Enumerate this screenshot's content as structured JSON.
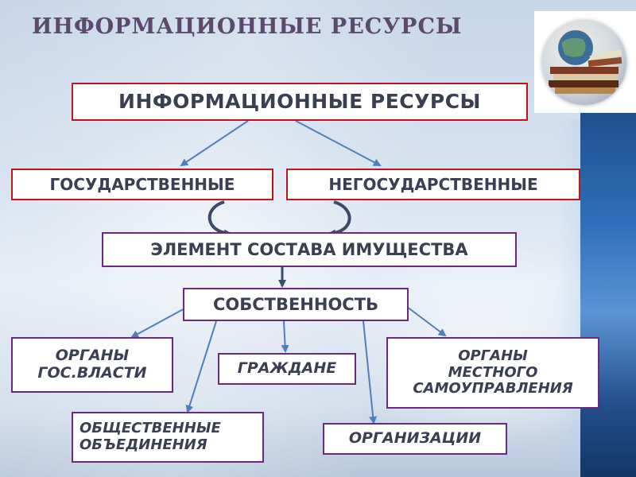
{
  "slide": {
    "title": "ИНФОРМАЦИОННЫЕ  РЕСУРСЫ"
  },
  "diagram": {
    "root": "ИНФОРМАЦИОННЫЕ РЕСУРСЫ",
    "state": "ГОСУДАРСТВЕННЫЕ",
    "nonstate": "НЕГОСУДАРСТВЕННЫЕ",
    "property_element": "ЭЛЕМЕНТ СОСТАВА ИМУЩЕСТВА",
    "ownership": "СОБСТВЕННОСТЬ",
    "gov_bodies": [
      "ОРГАНЫ",
      "ГОС.ВЛАСТИ"
    ],
    "citizens": "ГРАЖДАНЕ",
    "local_gov": [
      "ОРГАНЫ",
      "МЕСТНОГО",
      "САМОУПРАВЛЕНИЯ"
    ],
    "public_assoc": [
      "ОБЩЕСТВЕННЫЕ",
      "ОБЪЕДИНЕНИЯ"
    ],
    "organizations": "ОРГАНИЗАЦИИ"
  },
  "colors": {
    "title": "#5a4a6e",
    "red_border": "#c0151b",
    "purple_border": "#6b2a80",
    "arrow": "#4f7fb8",
    "text": "#3a3f52"
  },
  "icons": {
    "photo": "books-and-globe-photo"
  }
}
